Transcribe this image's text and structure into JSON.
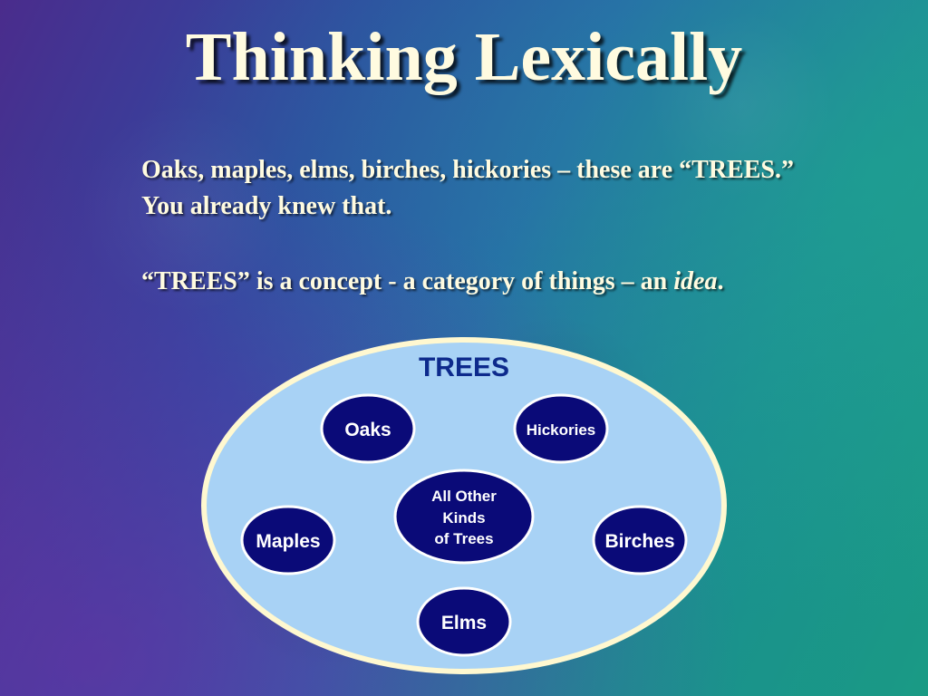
{
  "slide": {
    "title": "Thinking Lexically",
    "paragraph1": "Oaks, maples, elms, birches, hickories – these are “TREES.”  You already knew that.",
    "paragraph2_main": "“TREES” is a concept - a category of things – an ",
    "paragraph2_italic": "idea",
    "paragraph2_end": "."
  },
  "diagram": {
    "container_label": "TREES",
    "nodes": {
      "oaks": "Oaks",
      "hickories": "Hickories",
      "center_line1": "All Other",
      "center_line2": "Kinds",
      "center_line3": "of Trees",
      "maples": "Maples",
      "birches": "Birches",
      "elms": "Elms"
    },
    "colors": {
      "container_fill": "#a8d2f5",
      "container_stroke": "#fff8d0",
      "node_fill": "#0a0a78",
      "node_stroke": "#ffffff",
      "label_color": "#0d2a8c"
    }
  }
}
